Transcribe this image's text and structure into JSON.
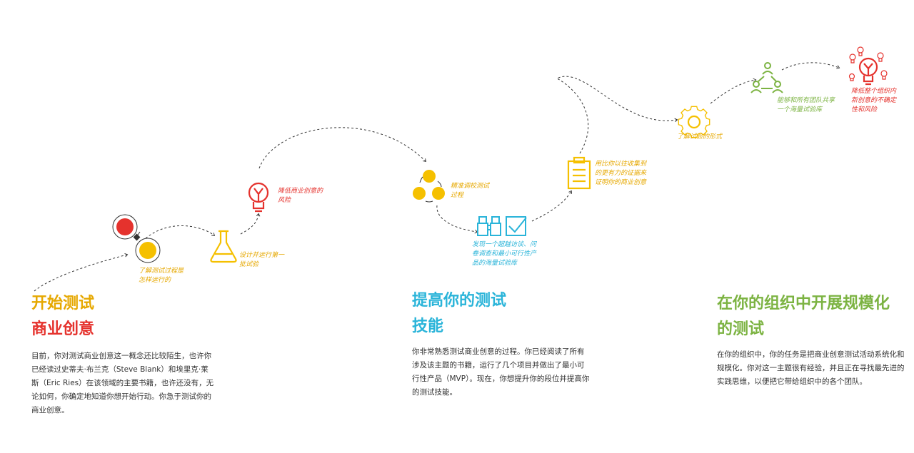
{
  "colors": {
    "red": "#e5322d",
    "yellow": "#f5c000",
    "blue": "#2ab4d9",
    "green": "#7cb342"
  },
  "steps": {
    "understand": {
      "label_line1": "了解测试过程是",
      "label_line2": "怎样运行的",
      "icon": "red-yellow-circles-icon"
    },
    "first_test": {
      "label_line1": "设计并运行第一",
      "label_line2": "批试验",
      "icon": "flask-icon"
    },
    "reduce_risk": {
      "label_line1": "降低商业创意的",
      "label_line2": "风险",
      "icon": "lightbulb-icon"
    },
    "calibrate": {
      "label_line1": "精准调校测试",
      "label_line2": "过程",
      "icon": "cycle-dots-icon"
    },
    "discover": {
      "label_line1": "发现一个超越访谈、问",
      "label_line2": "卷调查和最小可行性产",
      "label_line3": "品的海量试验库",
      "icon": "binoculars-check-icon"
    },
    "evidence": {
      "label_line1": "用比你以往收集到",
      "label_line2": "的更有力的证据来",
      "label_line3": "证明你的商业创意",
      "icon": "clipboard-icon"
    },
    "formalize": {
      "label": "了解试验的形式",
      "icon": "gear-icon"
    },
    "share": {
      "label_line1": "能够和所有团队共享",
      "label_line2": "一个海量试验库",
      "icon": "team-network-icon"
    },
    "org_risk": {
      "label_line1": "降低整个组织内",
      "label_line2": "新创意的不确定",
      "label_line3": "性和风险",
      "icon": "lightbulbs-icon"
    }
  },
  "sections": {
    "start": {
      "title_line1": "开始测试",
      "title_line2": "商业创意",
      "body": "目前，你对测试商业创意这一概念还比较陌生，也许你已经读过史蒂夫·布兰克（Steve Blank）和埃里克·莱斯（Eric Ries）在该领域的主要书籍，也许还没有，无论如何，你确定地知道你想开始行动。你急于测试你的商业创意。"
    },
    "improve": {
      "title_line1": "提高你的测试",
      "title_line2": "技能",
      "body": "你非常熟悉测试商业创意的过程。你已经阅读了所有涉及该主题的书籍，运行了几个项目并做出了最小可行性产品（MVP）。现在，你想提升你的段位并提高你的测试技能。"
    },
    "scale": {
      "title_line1": "在你的组织中开展规模化",
      "title_line2": "的测试",
      "body": "在你的组织中，你的任务是把商业创意测试活动系统化和规模化。你对这一主题很有经验，并且正在寻找最先进的实践思维，以便把它带给组织中的各个团队。"
    }
  }
}
